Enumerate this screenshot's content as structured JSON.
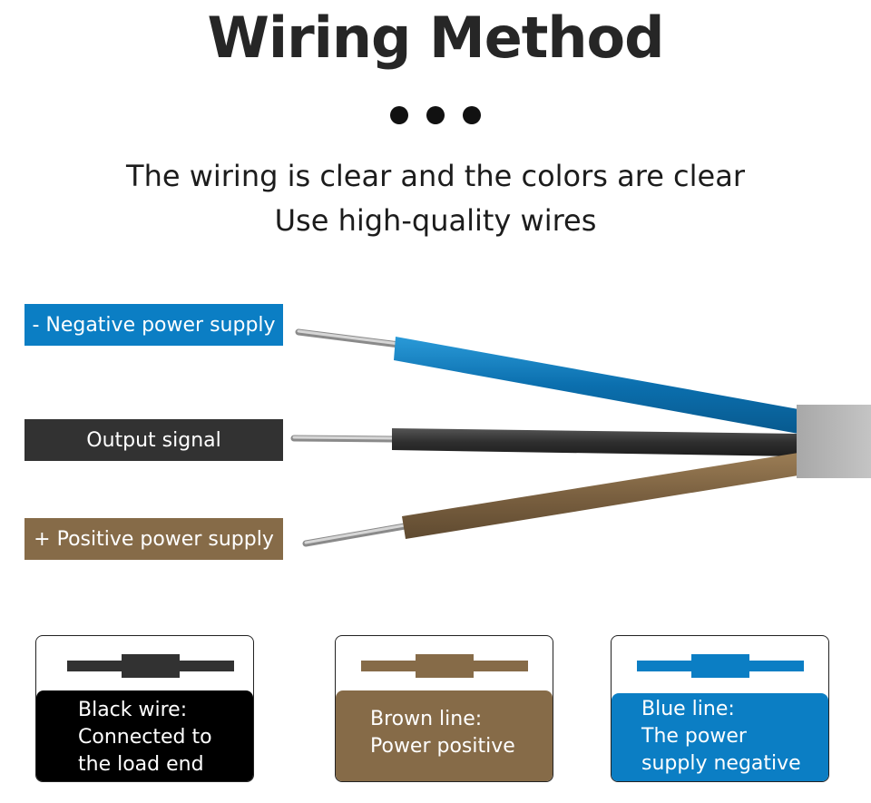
{
  "title": "Wiring Method",
  "subtitle_lines": [
    "The wiring is clear and the colors are clear",
    "Use high-quality wires"
  ],
  "wire_labels": {
    "negative": "- Negative power supply",
    "output": "Output signal",
    "positive": "+ Positive power supply"
  },
  "colors": {
    "blue": "#0b7ec4",
    "black": "#323232",
    "brown": "#866b48",
    "sheath": "#b4b4b4",
    "conductor": "#c8c8c8"
  },
  "cards": {
    "black": {
      "line1": "Black wire:",
      "line2": "Connected to",
      "line3": "the load end"
    },
    "brown": {
      "line1": "Brown line:",
      "line2": "Power positive"
    },
    "blue": {
      "line1": "Blue line:",
      "line2": "The power",
      "line3": "supply negative"
    }
  }
}
